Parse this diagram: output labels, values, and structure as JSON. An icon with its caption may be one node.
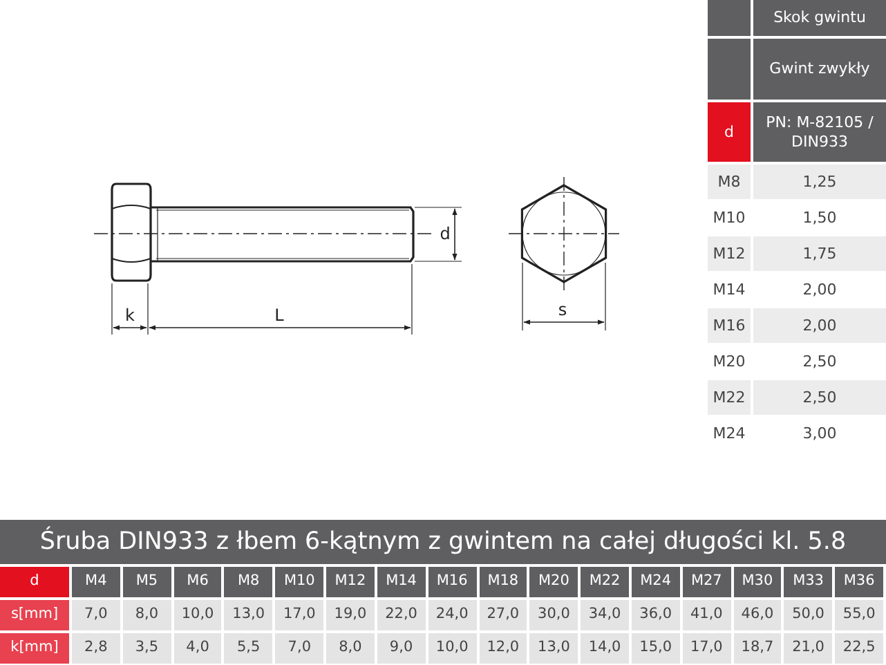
{
  "diagram": {
    "title": "Śruba DIN933 z łbem 6-kątnym z gwintem na całej długości kl. 5.8",
    "labels": [
      "Skok gwintu",
      "Gwint zwykły",
      "d",
      "PN: M-82105 / DIN933",
      "M8",
      "1,25",
      "M10",
      "1,50",
      "M12",
      "1,75",
      "M14",
      "2,00",
      "M16",
      "2,00",
      "M20",
      "2,50",
      "M22",
      "2,50",
      "M24",
      "3,00",
      "d",
      "k",
      "L",
      "s",
      "d",
      "M4",
      "M5",
      "M6",
      "M8",
      "M10",
      "M12",
      "M14",
      "M16",
      "M18",
      "M20",
      "M22",
      "M24",
      "M27",
      "M30",
      "M33",
      "M36",
      "s[mm]",
      "7,0",
      "8,0",
      "10,0",
      "13,0",
      "17,0",
      "19,0",
      "22,0",
      "24,0",
      "27,0",
      "30,0",
      "34,0",
      "36,0",
      "41,0",
      "46,0",
      "50,0",
      "55,0",
      "k[mm]",
      "2,8",
      "3,5",
      "4,0",
      "5,5",
      "7,0",
      "8,0",
      "9,0",
      "10,0",
      "12,0",
      "13,0",
      "14,0",
      "15,0",
      "17,0",
      "18,7",
      "21,0",
      "22,5"
    ]
  }
}
